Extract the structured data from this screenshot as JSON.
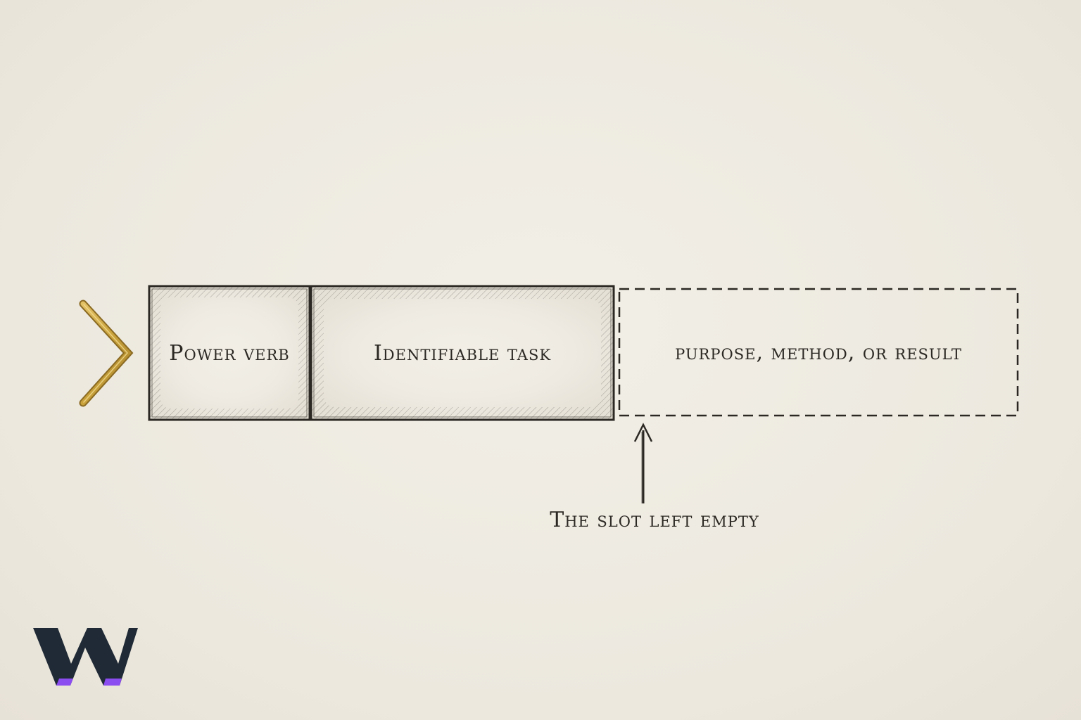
{
  "diagram": {
    "boxes": [
      {
        "id": "power-verb",
        "label": "Power verb",
        "style": "filled"
      },
      {
        "id": "identifiable-task",
        "label": "Identifiable task",
        "style": "filled"
      },
      {
        "id": "purpose-method-result",
        "label": "purpose, method, or result",
        "style": "dashed-empty"
      }
    ],
    "annotation": "The slot left empty",
    "marker": "gold-chevron-icon",
    "logo": "W"
  },
  "colors": {
    "background": "#efebe2",
    "ink": "#2b2823",
    "chevron_gold": "#c9a23b",
    "logo_dark": "#1f2a36",
    "logo_accent": "#8b4cf0"
  }
}
